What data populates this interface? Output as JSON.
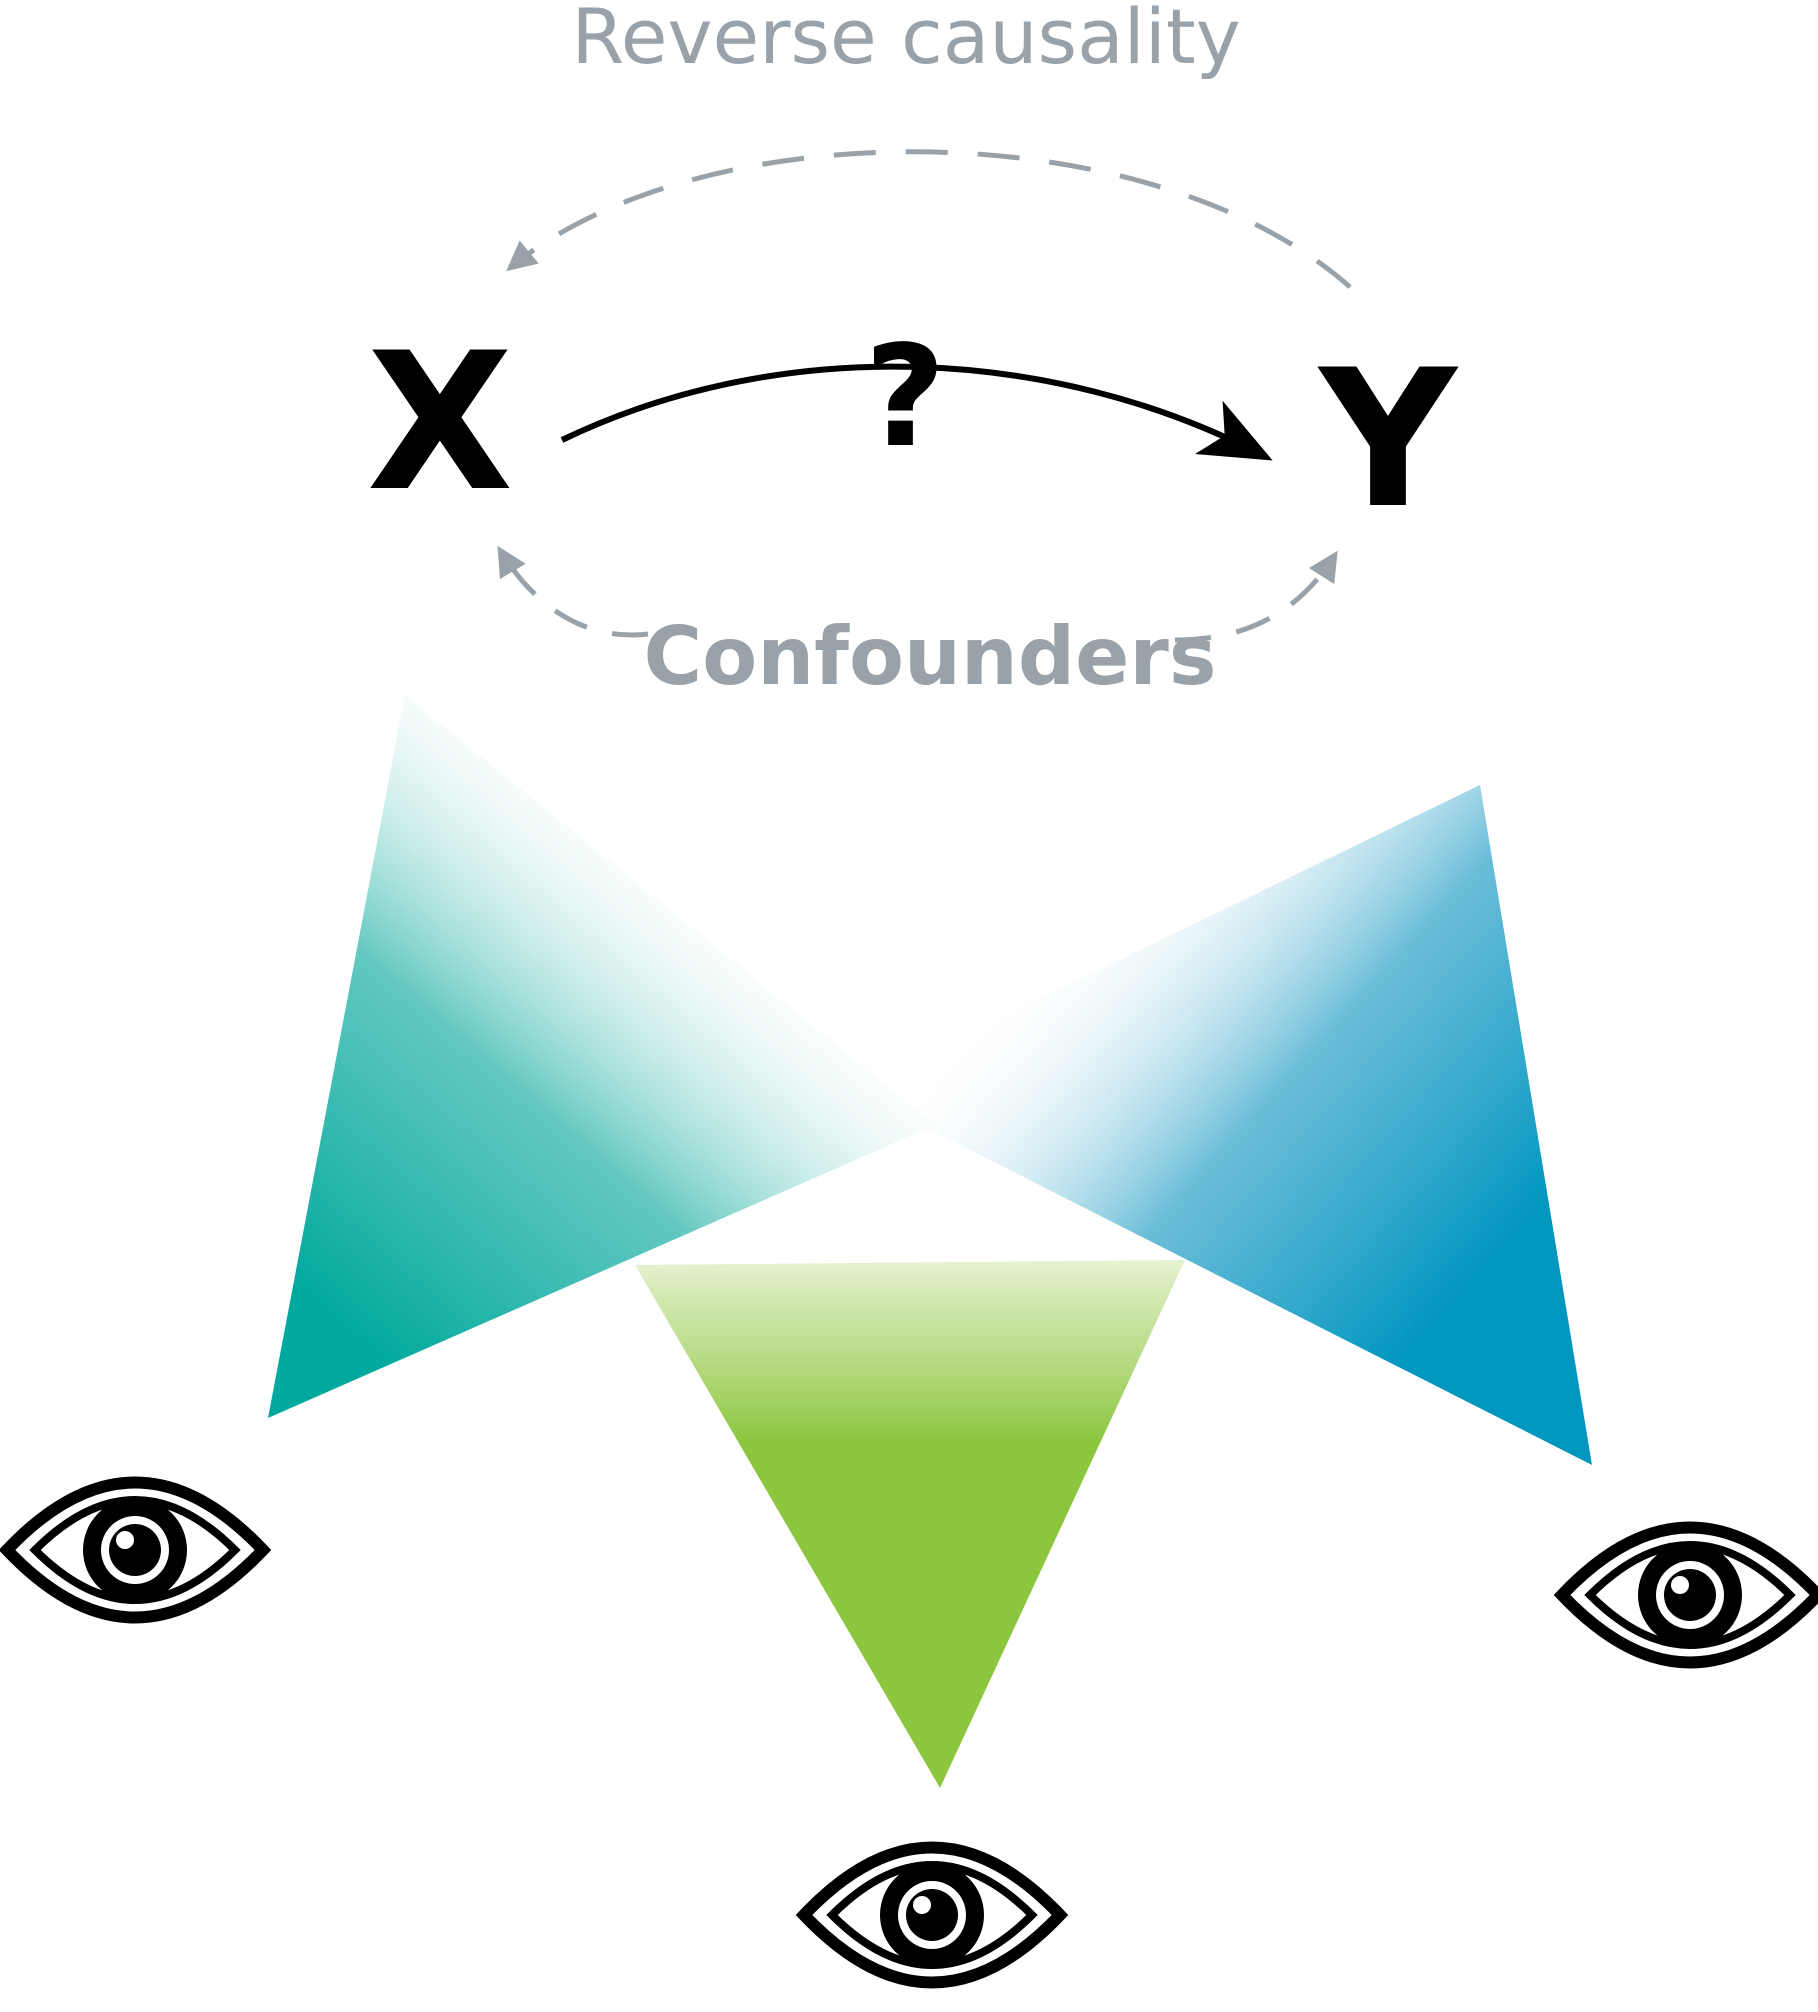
{
  "labels": {
    "reverse_causality": "Reverse causality",
    "x": "X",
    "y": "Y",
    "question": "?",
    "confounders": "Confounders"
  },
  "colors": {
    "arrow_main": "#000000",
    "arrow_dashed": "#98a2a8",
    "teal": "#00a99d",
    "blue": "#0096c0",
    "green": "#8cc63f",
    "eye": "#000000"
  },
  "icons": [
    "eye-icon",
    "eye-icon",
    "eye-icon"
  ]
}
